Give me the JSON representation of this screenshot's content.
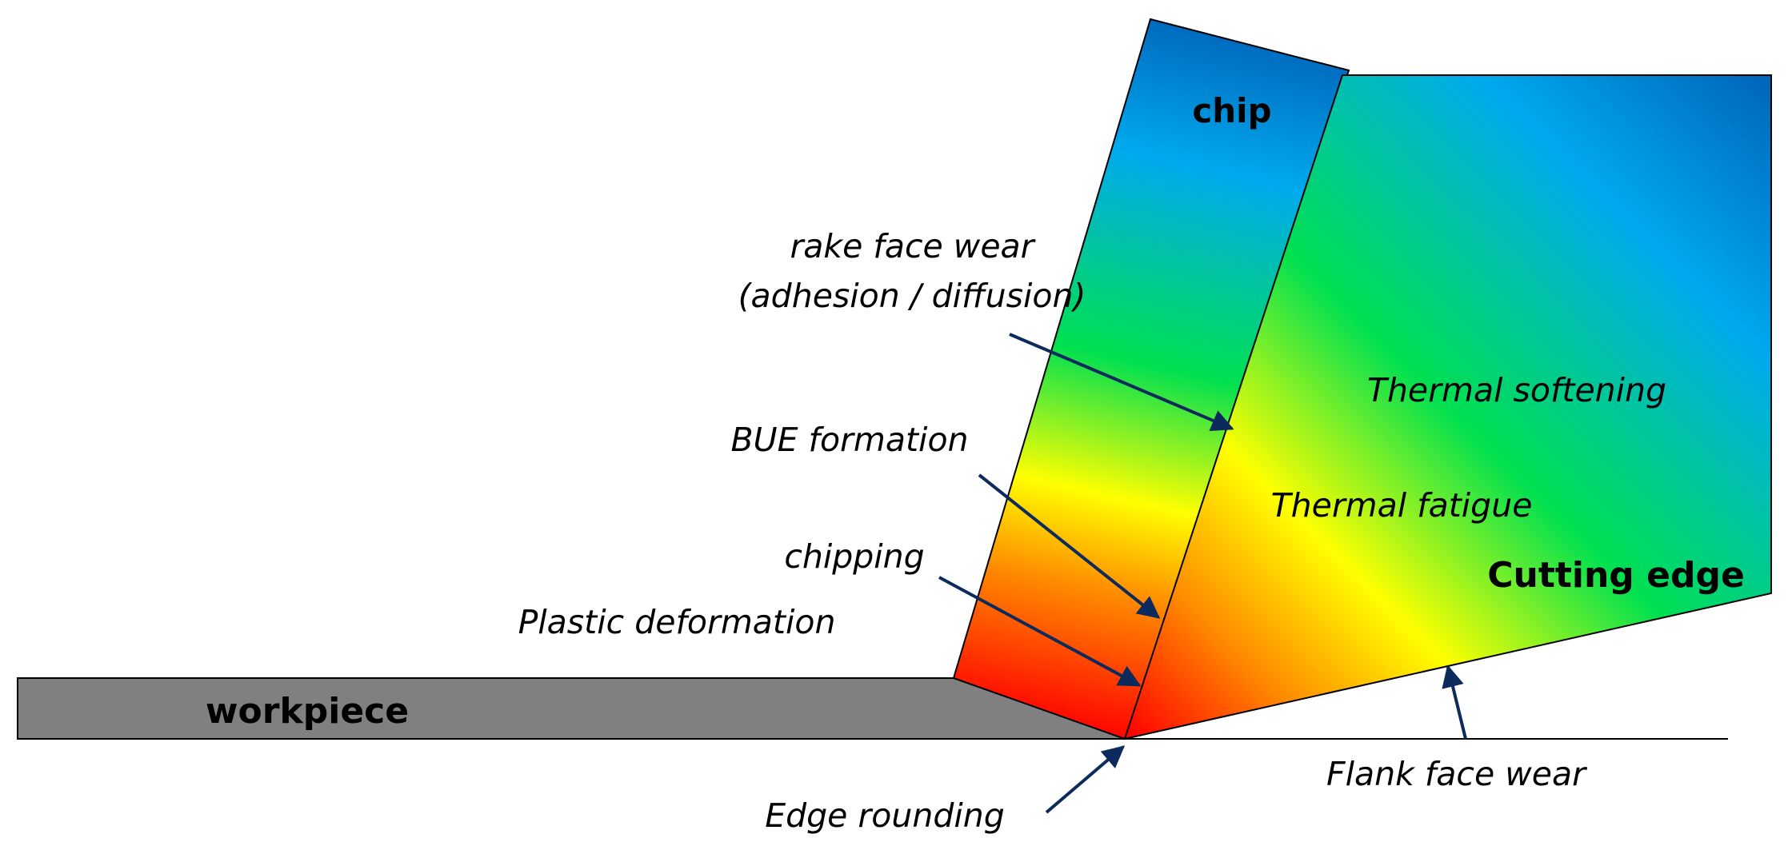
{
  "labels": {
    "chip": "chip",
    "workpiece": "workpiece",
    "cutting_edge": "Cutting edge",
    "rake_face_wear_line1": "rake face wear",
    "rake_face_wear_line2": "(adhesion / diffusion)",
    "bue_formation": "BUE formation",
    "chipping": "chipping",
    "plastic_deformation": "Plastic deformation",
    "thermal_softening": "Thermal softening",
    "thermal_fatigue": "Thermal fatigue",
    "flank_face_wear": "Flank face wear",
    "edge_rounding": "Edge rounding"
  },
  "colors": {
    "workpiece_fill": "#808080",
    "outline": "#000000",
    "arrow": "#0d2a5c",
    "gradient_hot": "#ff0000",
    "gradient_orange": "#ff8c00",
    "gradient_yellow": "#ffff00",
    "gradient_green": "#00e050",
    "gradient_cold": "#00aaee",
    "gradient_deep": "#0066bb"
  }
}
